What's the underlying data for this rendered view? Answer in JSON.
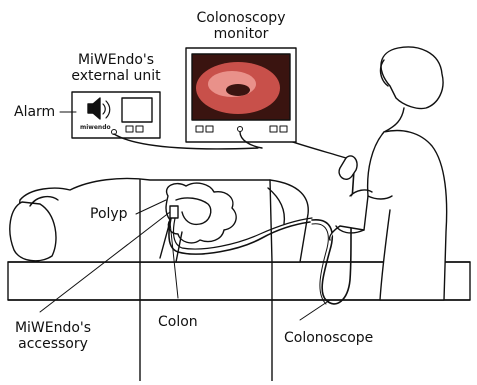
{
  "labels": {
    "monitor_line1": "Colonoscopy",
    "monitor_line2": "monitor",
    "unit_line1": "MiWEndo's",
    "unit_line2": "external unit",
    "alarm": "Alarm",
    "polyp": "Polyp",
    "colon": "Colon",
    "accessory_line1": "MiWEndo's",
    "accessory_line2": "accessory",
    "colonoscope": "Colonoscope",
    "brand": "miwendo"
  },
  "icons": [
    "speaker-icon"
  ],
  "colors": {
    "ink": "#111111",
    "screen_dark": "#3a1410",
    "screen_tissue": "#c8504a",
    "screen_tissue_light": "#e9918a",
    "brand_blue": "#1f6fb5"
  }
}
